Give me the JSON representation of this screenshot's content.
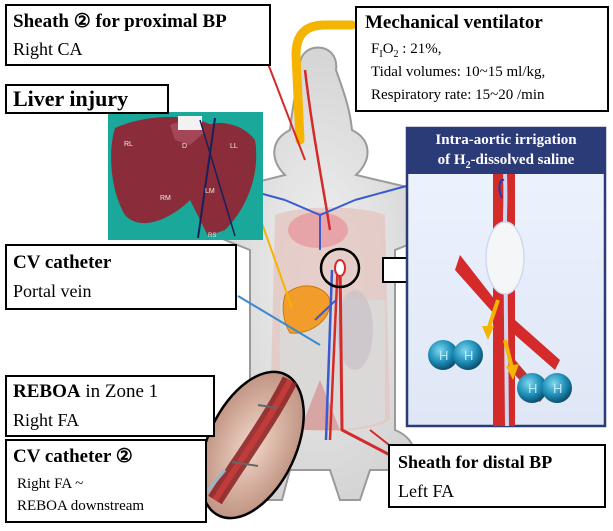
{
  "boxes": {
    "sheath_proximal": {
      "title": "Sheath ② for proximal BP",
      "sub": "Right CA"
    },
    "ventilator": {
      "title": "Mechanical ventilator",
      "line1_prefix": "F",
      "line1_sub": "I",
      "line1_o": "O",
      "line1_o_sub": "2",
      "line1_rest": " : 21%,",
      "line2": "Tidal volumes: 10~15 ml/kg,",
      "line3": "Respiratory rate: 15~20 /min"
    },
    "liver_injury": {
      "title": "Liver injury"
    },
    "cv_catheter_portal": {
      "title": "CV catheter",
      "sub": "Portal vein"
    },
    "reboa": {
      "title_bold": "REBOA",
      "title_rest": " in Zone 1",
      "sub": "Right FA"
    },
    "cv_catheter_2": {
      "title": "CV catheter ②",
      "sub1": "Right FA ~",
      "sub2": "REBOA downstream"
    },
    "sheath_distal": {
      "title": "Sheath for distal BP",
      "sub": "Left FA"
    },
    "irrigation": {
      "line1": "Intra-aortic irrigation",
      "line2_a": "of  H",
      "line2_sub": "2",
      "line2_b": "-dissolved saline"
    }
  },
  "liver_labels": {
    "rl": "RL",
    "d": "D",
    "ll": "LL",
    "rm": "RM",
    "lm": "LM",
    "rs": "RS"
  },
  "molecule_label": "H",
  "colors": {
    "artery": "#d42a2a",
    "vein": "#3a5bd0",
    "tube": "#f5b400",
    "liver": "#8a2c3a",
    "teal": "#1aa89a",
    "panel_header": "#2b3b78",
    "molecule": "#1e8fb8"
  }
}
